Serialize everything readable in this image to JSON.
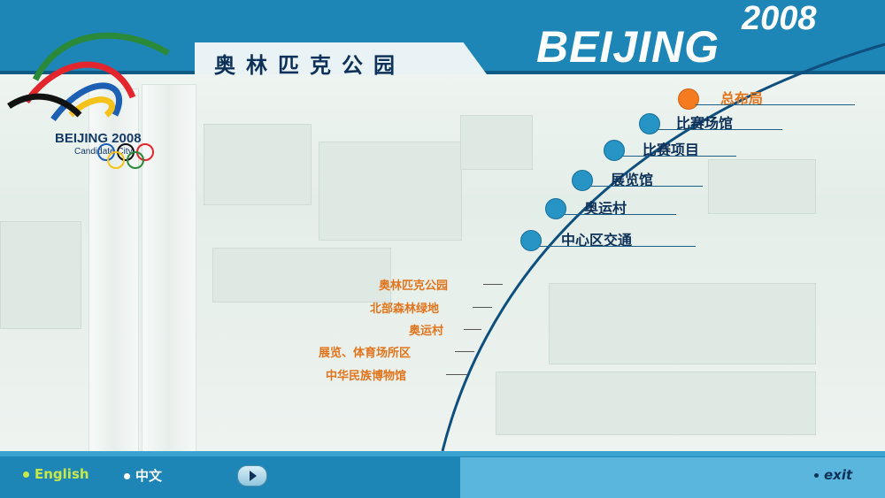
{
  "header": {
    "page_title": "奥林匹克公园",
    "brand_word": "BEIJING",
    "year": "2008"
  },
  "logo": {
    "name": "BEIJING 2008",
    "subtitle": "Candidate City"
  },
  "main_nav": {
    "items": [
      {
        "label": "总布局",
        "active": true
      },
      {
        "label": "比赛场馆",
        "active": false
      },
      {
        "label": "比赛项目",
        "active": false
      },
      {
        "label": "展览馆",
        "active": false
      },
      {
        "label": "奥运村",
        "active": false
      },
      {
        "label": "中心区交通",
        "active": false
      }
    ]
  },
  "sub_nav": {
    "items": [
      "奥林匹克公园",
      "北部森林绿地",
      "奥运村",
      "展览、体育场所区",
      "中华民族博物馆"
    ]
  },
  "footer": {
    "lang_english": "English",
    "lang_chinese": "中文",
    "exit": "exit"
  },
  "colors": {
    "primary_blue": "#1e86b6",
    "active_orange": "#f47b20",
    "text_navy": "#0d3158",
    "selected_lang": "#c8e84a"
  },
  "icons": [
    "olympic-rings-icon",
    "play-icon",
    "bullet-icon"
  ]
}
